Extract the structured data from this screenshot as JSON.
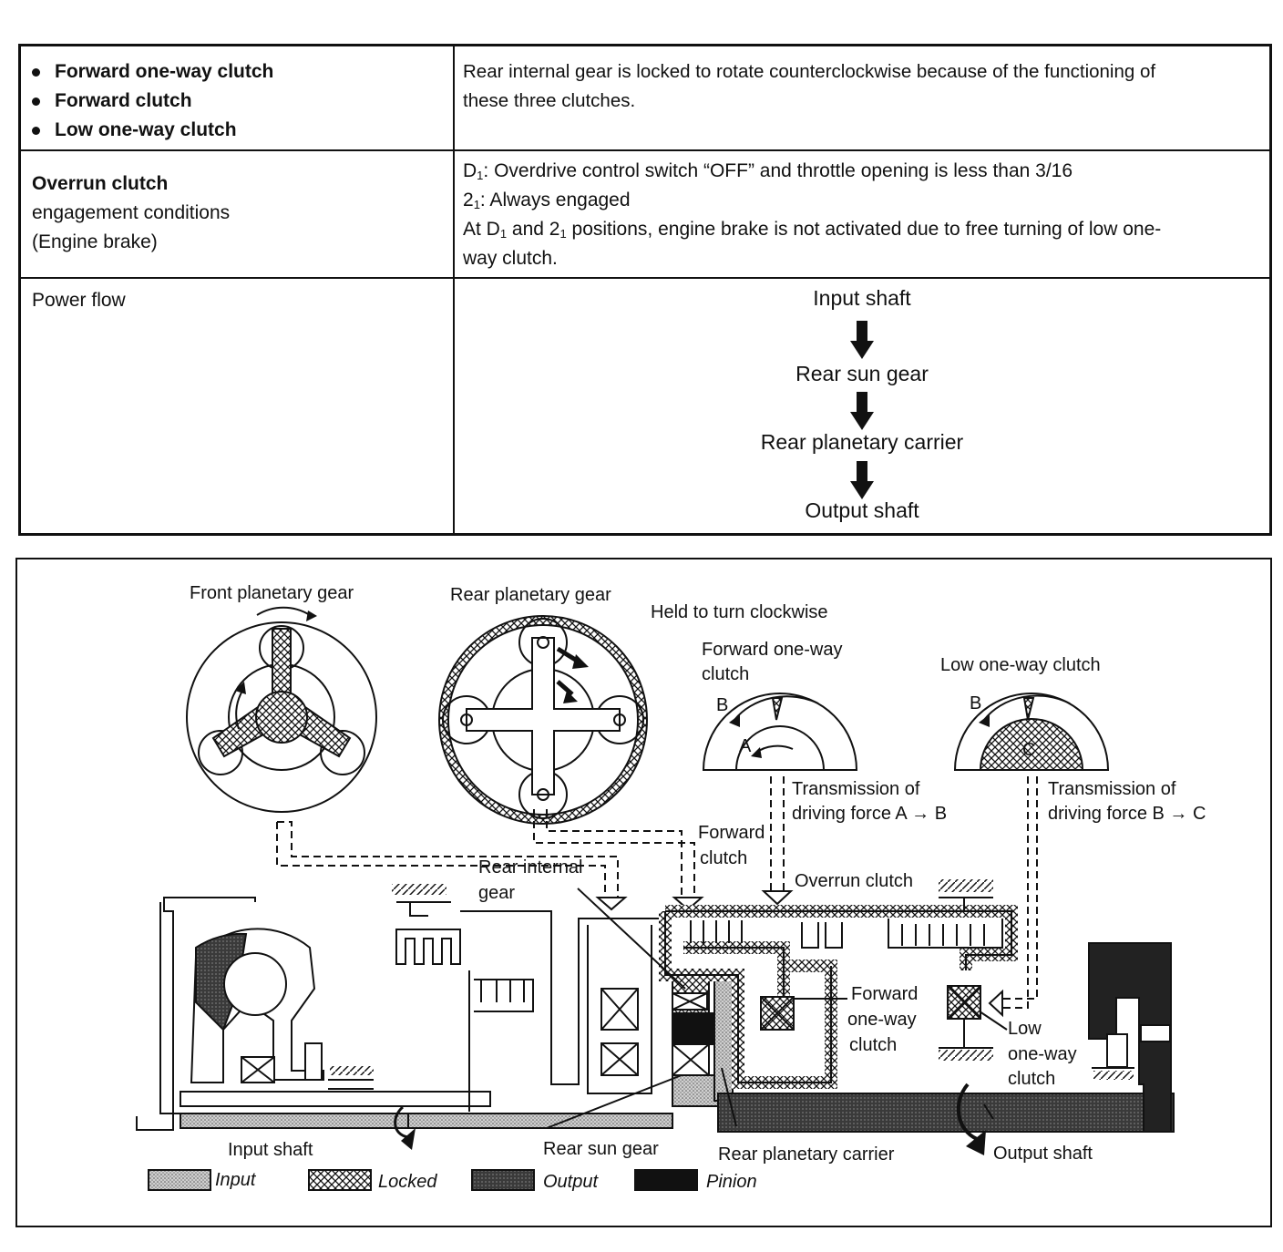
{
  "table": {
    "row1": {
      "clutches": [
        "Forward one-way clutch",
        "Forward clutch",
        "Low one-way clutch"
      ],
      "description_line1": "Rear internal gear is locked to rotate counterclockwise because of the functioning of",
      "description_line2": "these three clutches."
    },
    "row2": {
      "title": "Overrun clutch",
      "subtitle_line1": "engagement conditions",
      "subtitle_line2": "(Engine brake)",
      "d1_label": "D",
      "d1_sub": "1",
      "d1_text": ": Overdrive control switch “OFF” and throttle opening is less than 3/16",
      "two1_label": "2",
      "two1_sub": "1",
      "two1_text": ": Always engaged",
      "at_prefix": "At D",
      "at_sub1": "1",
      "at_mid": " and 2",
      "at_sub2": "1",
      "at_rest": " positions, engine brake is not activated due to free turning of low one-",
      "at_line2": "way clutch."
    },
    "row3": {
      "label": "Power flow",
      "flow": [
        "Input shaft",
        "Rear sun gear",
        "Rear planetary carrier",
        "Output shaft"
      ]
    }
  },
  "diagram": {
    "front_planetary_gear": "Front planetary gear",
    "rear_planetary_gear": "Rear planetary gear",
    "held_to_turn": "Held to turn clockwise",
    "forward_one_way_clutch_top_1": "Forward one-way",
    "forward_one_way_clutch_top_2": "clutch",
    "low_one_way_clutch_top": "Low one-way clutch",
    "letter_a": "A",
    "letter_b": "B",
    "letter_b2": "B",
    "letter_c": "C",
    "transmission_ab_1": "Transmission of",
    "transmission_ab_2": "driving force A → B",
    "transmission_bc_1": "Transmission of",
    "transmission_bc_2": "driving force B → C",
    "forward_clutch_1": "Forward",
    "forward_clutch_2": "clutch",
    "rear_internal_gear_1": "Rear internal",
    "rear_internal_gear_2": "gear",
    "overrun_clutch": "Overrun clutch",
    "forward_one_way_1": "Forward",
    "forward_one_way_2": "one-way",
    "forward_one_way_3": "clutch",
    "low_one_way_1": "Low",
    "low_one_way_2": "one-way",
    "low_one_way_3": "clutch",
    "input_shaft": "Input shaft",
    "rear_sun_gear": "Rear sun gear",
    "rear_planetary_carrier": "Rear planetary carrier",
    "output_shaft": "Output shaft"
  },
  "legend": {
    "input": "Input",
    "locked": "Locked",
    "output": "Output",
    "pinion": "Pinion"
  }
}
